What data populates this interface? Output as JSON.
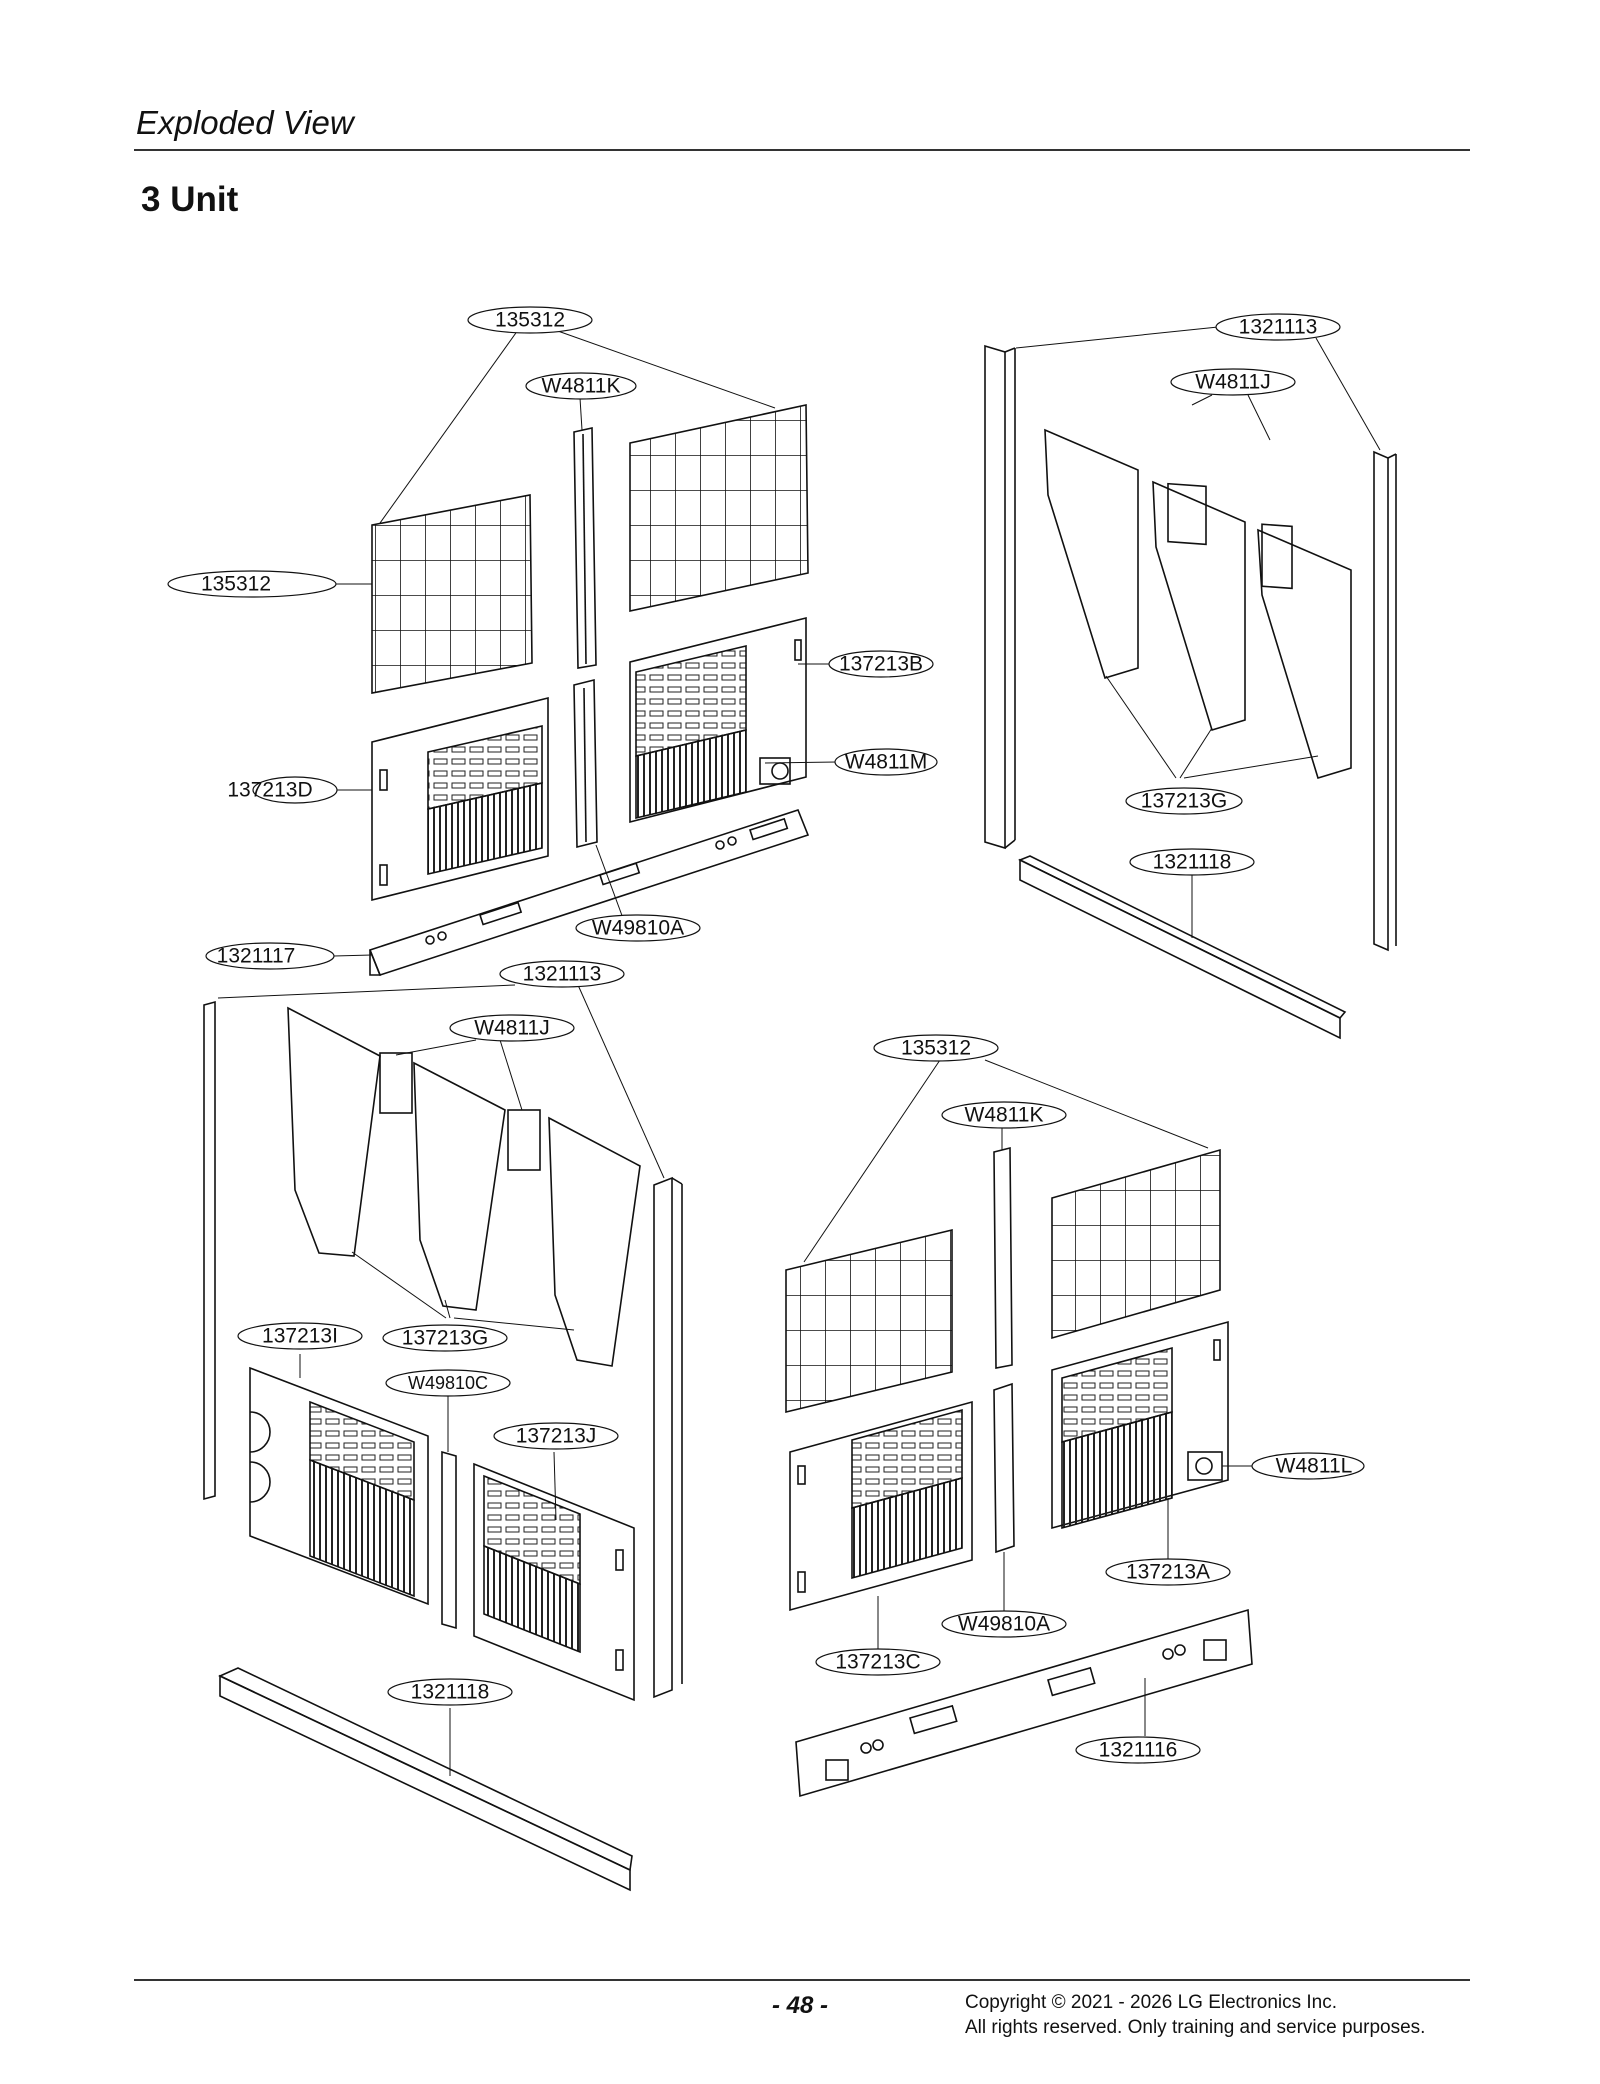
{
  "header": {
    "title": "Exploded View"
  },
  "section": {
    "title": "3 Unit"
  },
  "callouts": {
    "grille_a_top": "135312",
    "grille_a_left": "135312",
    "stiffener_a_top": "W4811K",
    "panel_137213B": "137213B",
    "bracket_W4811M": "W4811M",
    "panel_137213D": "137213D",
    "plate_W49810A_top": "W49810A",
    "base_1321117": "1321117",
    "pillar_1321113_top": "1321113",
    "plates_W4811J_top": "W4811J",
    "baffles_137213G_top": "137213G",
    "rail_1321118_top": "1321118",
    "pillar_1321113_mid": "1321113",
    "plates_W4811J_mid": "W4811J",
    "panel_137213I": "137213I",
    "baffles_137213G_mid": "137213G",
    "plate_W49810C": "W49810C",
    "panel_137213J": "137213J",
    "rail_1321118_bottom": "1321118",
    "grille_b": "135312",
    "stiffener_b": "W4811K",
    "bracket_W4811L": "W4811L",
    "panel_137213A": "137213A",
    "plate_W49810A_bottom": "W49810A",
    "panel_137213C": "137213C",
    "base_1321116": "1321116"
  },
  "footer": {
    "page_number": "- 48 -",
    "copyright_line1": "Copyright © 2021 - 2026 LG Electronics Inc.",
    "copyright_line2": "All rights reserved. Only training and service purposes."
  }
}
